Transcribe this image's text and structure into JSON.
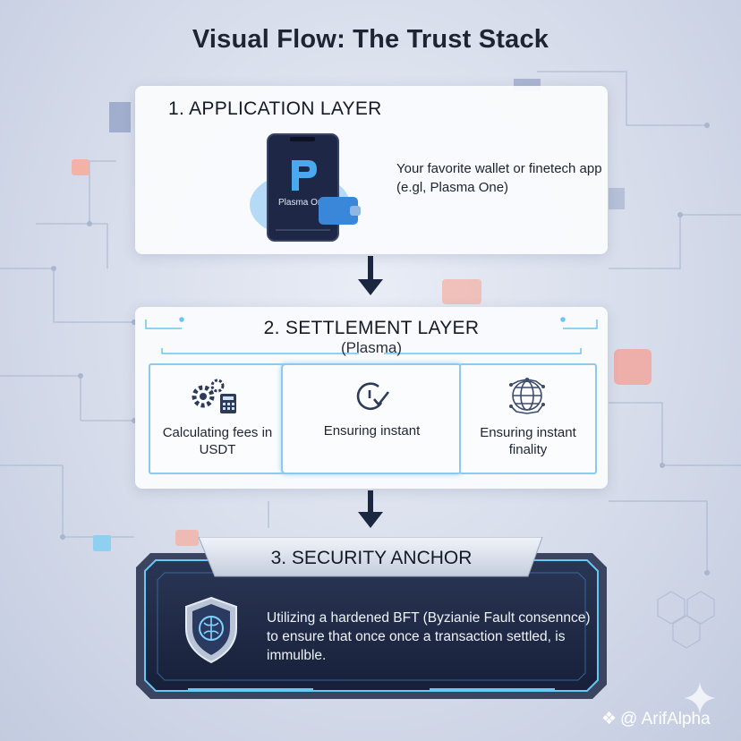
{
  "title": "Visual Flow: The Trust Stack",
  "layer1": {
    "title": "1. APPLICATION LAYER",
    "phone_app_name": "Plasma One",
    "description": "Your favorite wallet or finetech app (e.gl, Plasma One)",
    "icons": [
      "phone-icon",
      "wallet-icon"
    ]
  },
  "layer2": {
    "title": "2. SETTLEMENT LAYER",
    "subtitle": "(Plasma)",
    "items": [
      {
        "label": "Calculating fees in USDT",
        "icon": "gears-calculator-icon"
      },
      {
        "label": "Ensuring instant",
        "icon": "clock-check-icon"
      },
      {
        "label": "Ensuring instant finality",
        "icon": "globe-network-icon"
      }
    ]
  },
  "layer3": {
    "title": "3. SECURITY ANCHOR",
    "description": "Utilizing a hardened BFT (Byzianie Fault consennce) to ensure that once once a transaction settled, is immulble.",
    "icon": "shield-brain-icon"
  },
  "watermark": "@ ArifAlpha",
  "colors": {
    "title": "#1f2433",
    "accent_blue": "#3a86d8",
    "box_border": "#8cc9ee",
    "dark_panel": "#1f2a44",
    "arrow": "#1b2740"
  }
}
